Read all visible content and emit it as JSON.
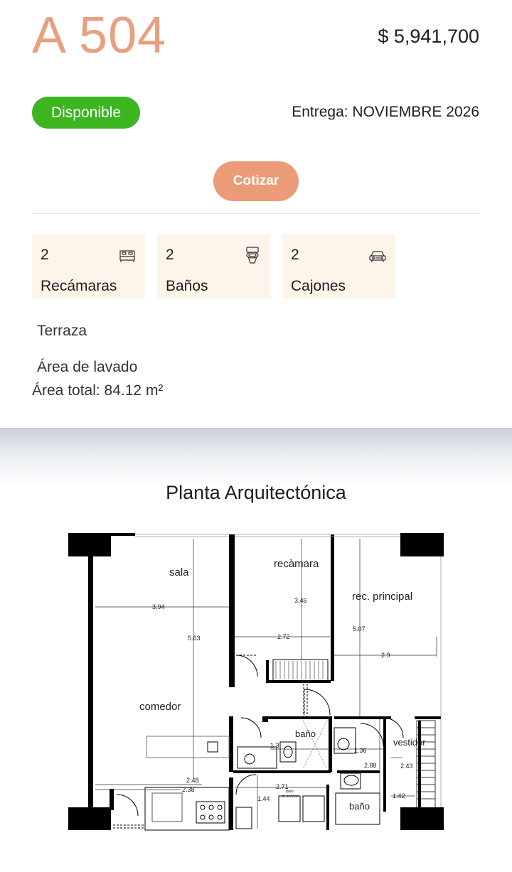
{
  "unit": {
    "title": "A 504",
    "price": "$ 5,941,700",
    "status": "Disponible",
    "delivery": "Entrega: NOVIEMBRE 2026",
    "quote_button": "Cotizar",
    "status_color": "#3cb521",
    "accent_color": "#eb9b78"
  },
  "features": [
    {
      "value": "2",
      "label": "Recámaras",
      "icon": "bed-icon"
    },
    {
      "value": "2",
      "label": "Baños",
      "icon": "toilet-icon"
    },
    {
      "value": "2",
      "label": "Cajones",
      "icon": "car-icon"
    }
  ],
  "amenities": [
    "Terraza",
    "Área de lavado"
  ],
  "total_area": "Área total: 84.12 m²",
  "plan": {
    "title": "Planta Arquitectónica",
    "rooms": {
      "sala": "sala",
      "recamara": "recàmara",
      "principal": "rec. principal",
      "comedor": "comedor",
      "bano1": "baño",
      "vestidor": "vestidor",
      "bano2": "baño"
    },
    "dims": {
      "d394": "3.94",
      "d346": "3.46",
      "d563": "5.63",
      "d272": "2.72",
      "d507": "5.07",
      "d29": "2.9",
      "d13": "1.3",
      "d136": "1.36",
      "d288": "2.88",
      "d243": "2.43",
      "d248": "2.48",
      "d238": "2.38",
      "d271": "2.71",
      "d144": "1.44",
      "d142": "1.42"
    },
    "small_labels": {
      "patio": "patio",
      "servicio": "de servicio"
    }
  }
}
